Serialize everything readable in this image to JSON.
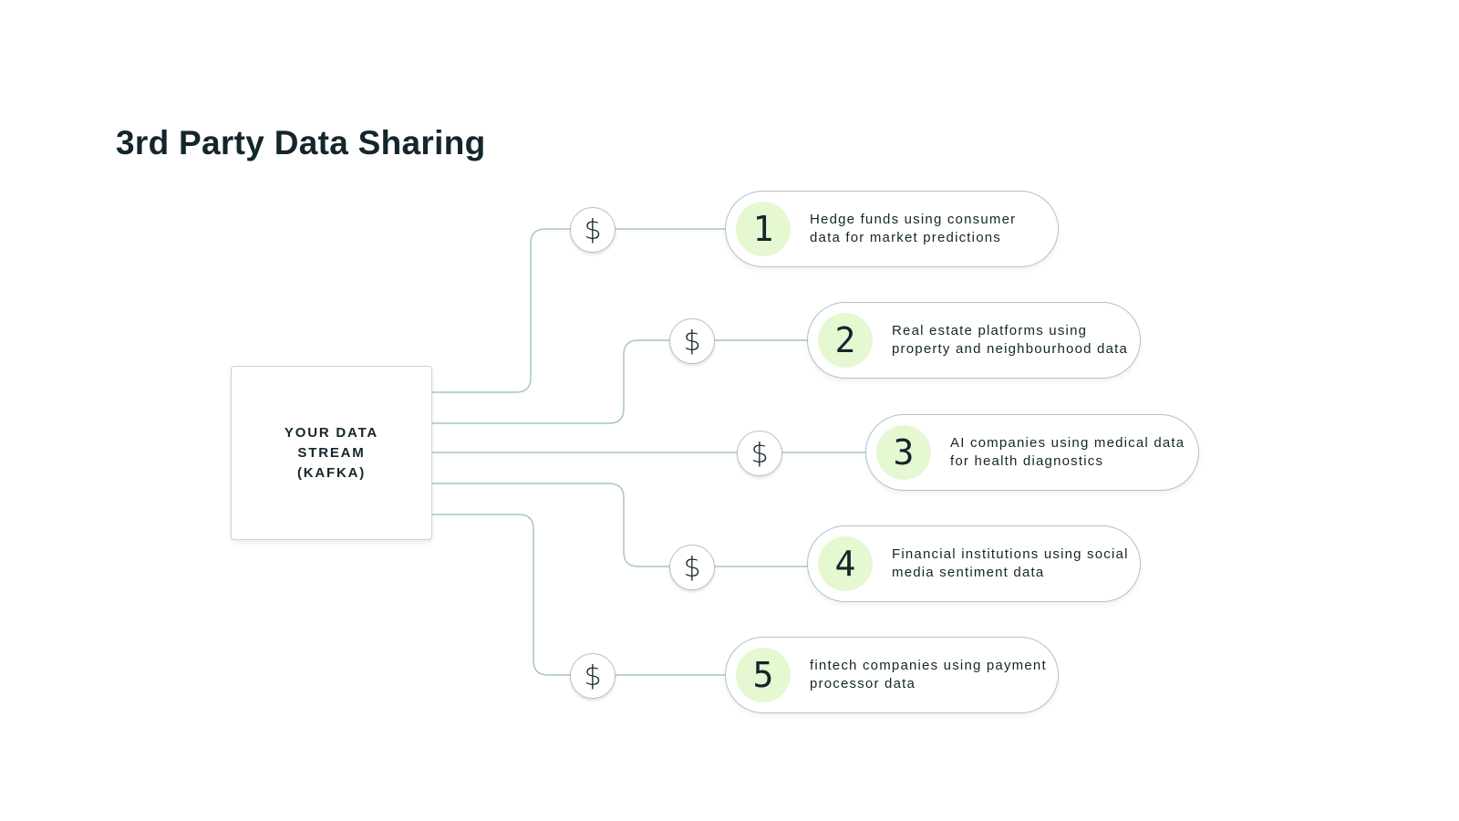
{
  "title": "3rd Party Data Sharing",
  "source": {
    "label": "YOUR DATA STREAM (KAFKA)"
  },
  "coin_symbol": "$",
  "colors": {
    "line": "#a9c4cd",
    "number_bg": "#e6f8d2",
    "text": "#14262b"
  },
  "recipients": [
    {
      "number": "1",
      "text": "Hedge funds using consumer data for market predictions"
    },
    {
      "number": "2",
      "text": "Real estate platforms using property and neighbourhood data"
    },
    {
      "number": "3",
      "text": "AI companies using medical data for health diagnostics"
    },
    {
      "number": "4",
      "text": "Financial institutions using social media sentiment data"
    },
    {
      "number": "5",
      "text": "fintech companies using payment processor data"
    }
  ]
}
